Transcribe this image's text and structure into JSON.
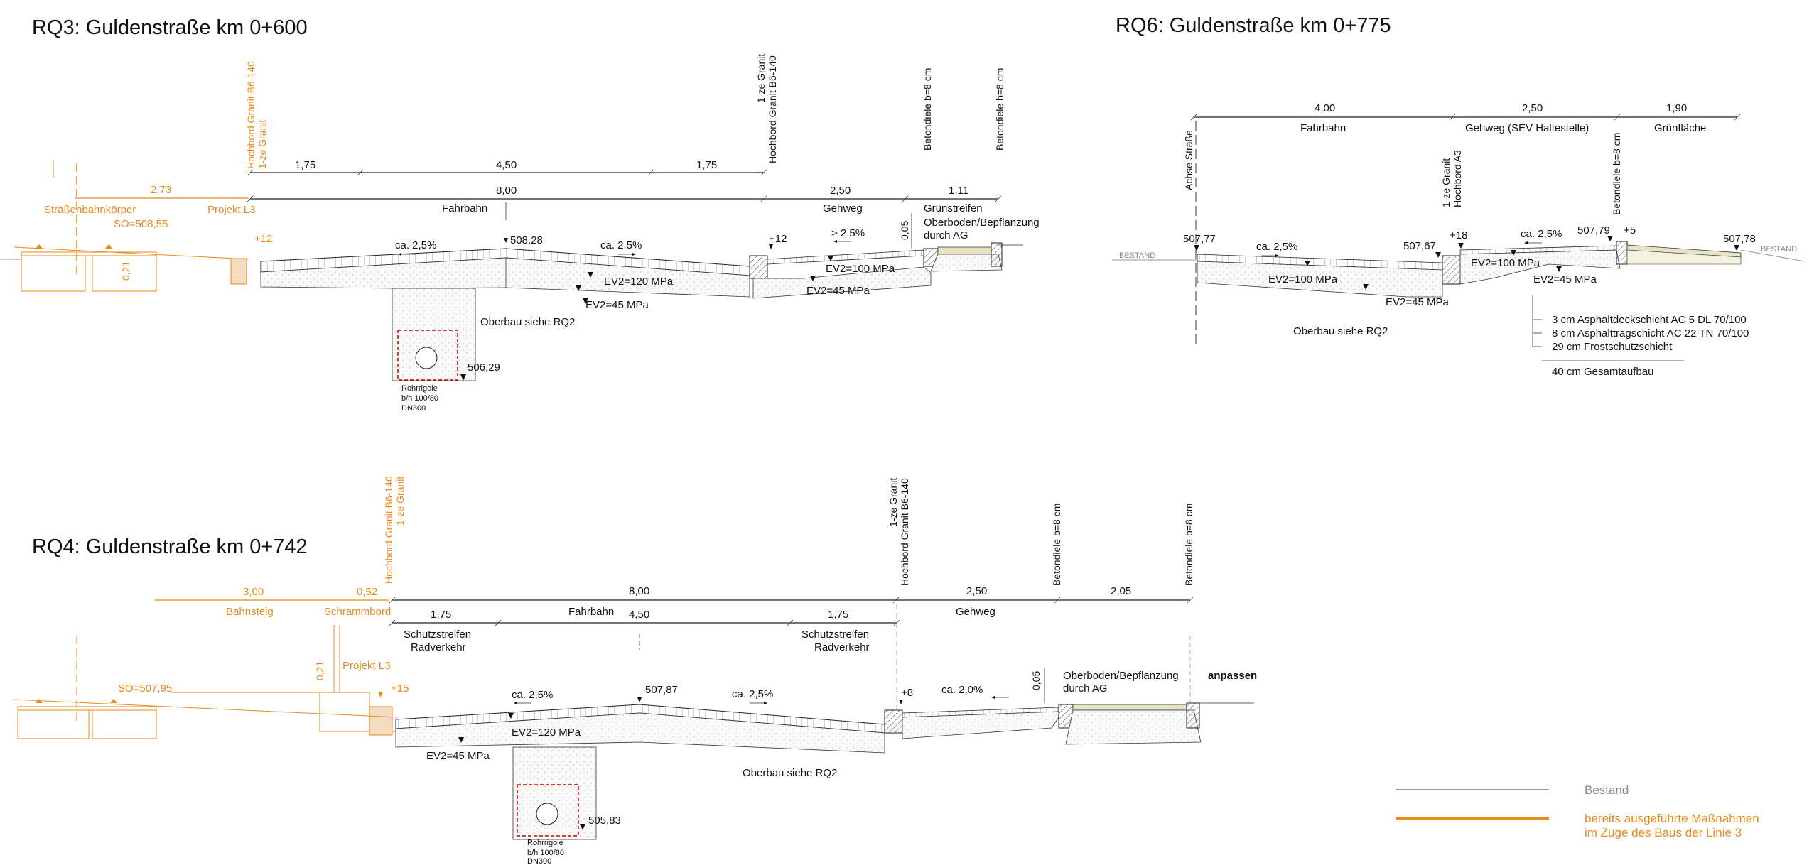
{
  "sections": {
    "rq3": {
      "title": "RQ3: Guldenstraße km 0+600",
      "dims_top": [
        "1,75",
        "4,50",
        "1,75"
      ],
      "dims_main": [
        "8,00",
        "2,50",
        "1,11"
      ],
      "dims_left": [
        "2,73"
      ],
      "zones": [
        "Fahrbahn",
        "Gehweg",
        "Grünstreifen"
      ],
      "vertical_labels": [
        "Hochbord Granit B6-140",
        "1-ze Granit",
        "1-ze Granit",
        "Hochbord Granit B6-140",
        "Betondiele b=8 cm",
        "Betondiele b=8 cm"
      ],
      "left_labels": [
        "Straßenbahnkörper",
        "SO=508,55",
        "Projekt L3",
        "0,21",
        "+12"
      ],
      "heights": [
        "508,28",
        "+12",
        "506,29",
        "0,05"
      ],
      "slopes": [
        "ca. 2,5%",
        "ca. 2,5%",
        "> 2,5%"
      ],
      "ev2": [
        "EV2=120 MPa",
        "EV2=45 MPa",
        "EV2=100 MPa",
        "EV2=45 MPa"
      ],
      "notes": [
        "Oberbau siehe RQ2",
        "Oberboden/Bepflanzung",
        "durch AG"
      ],
      "pipe": [
        "Rohrrigole",
        "b/h 100/80",
        "DN300"
      ]
    },
    "rq4": {
      "title": "RQ4:  Guldenstraße km 0+742",
      "dims_top_left": [
        "3,00",
        "0,52"
      ],
      "dims_top_left_labels": [
        "Bahnsteig",
        "Schrammbord"
      ],
      "dims_main": [
        "8,00",
        "2,50",
        "2,05"
      ],
      "dims_sub": [
        "1,75",
        "4,50",
        "1,75"
      ],
      "zones": [
        "Fahrbahn",
        "Gehweg"
      ],
      "bike": [
        "Schutzstreifen",
        "Radverkehr",
        "Schutzstreifen",
        "Radverkehr"
      ],
      "vertical_labels": [
        "Hochbord Granit B6-140",
        "1-ze Granit",
        "1-ze Granit",
        "Hochbord Granit B6-140",
        "Betondiele b=8 cm",
        "Betondiele b=8 cm"
      ],
      "left_labels": [
        "SO=507,95",
        "Projekt L3",
        "0,21",
        "+15"
      ],
      "heights": [
        "507,87",
        "+8",
        "505,83",
        "0,05"
      ],
      "slopes": [
        "ca. 2,5%",
        "ca. 2,5%",
        "ca. 2,0%"
      ],
      "ev2": [
        "EV2=120 MPa",
        "EV2=45 MPa"
      ],
      "notes": [
        "Oberbau siehe RQ2",
        "Oberboden/Bepflanzung",
        "durch AG",
        "anpassen"
      ],
      "pipe": [
        "Rohrrigole",
        "b/h 100/80",
        "DN300"
      ]
    },
    "rq6": {
      "title": "RQ6: Guldenstraße km 0+775",
      "dims": [
        "4,00",
        "2,50",
        "1,90"
      ],
      "zones": [
        "Fahrbahn",
        "Gehweg (SEV Haltestelle)",
        "Grünfläche"
      ],
      "vertical_labels": [
        "Achse Straße",
        "1-ze Granit",
        "Hochbord A3",
        "Betondiele b=8 cm"
      ],
      "heights": [
        "507,77",
        "507,67",
        "+18",
        "507,79",
        "+5",
        "507,78"
      ],
      "bestand": [
        "BESTAND",
        "BESTAND"
      ],
      "slopes": [
        "ca. 2,5%",
        "ca. 2,5%"
      ],
      "ev2": [
        "EV2=100 MPa",
        "EV2=45 MPa",
        "EV2=100 MPa",
        "EV2=45 MPa"
      ],
      "notes": [
        "Oberbau siehe RQ2"
      ],
      "layers": [
        "3 cm Asphaltdeckschicht AC 5 DL 70/100",
        "8 cm Asphalttragschicht AC 22 TN 70/100",
        "29 cm Frostschutzschicht",
        "40 cm Gesamtaufbau"
      ]
    }
  },
  "legend": {
    "existing": "Bestand",
    "done_line1": "bereits ausgeführte Maßnahmen",
    "done_line2": "im Zuge des Baus der Linie 3",
    "colors": {
      "existing": "#999999",
      "done": "#e8891d"
    }
  }
}
